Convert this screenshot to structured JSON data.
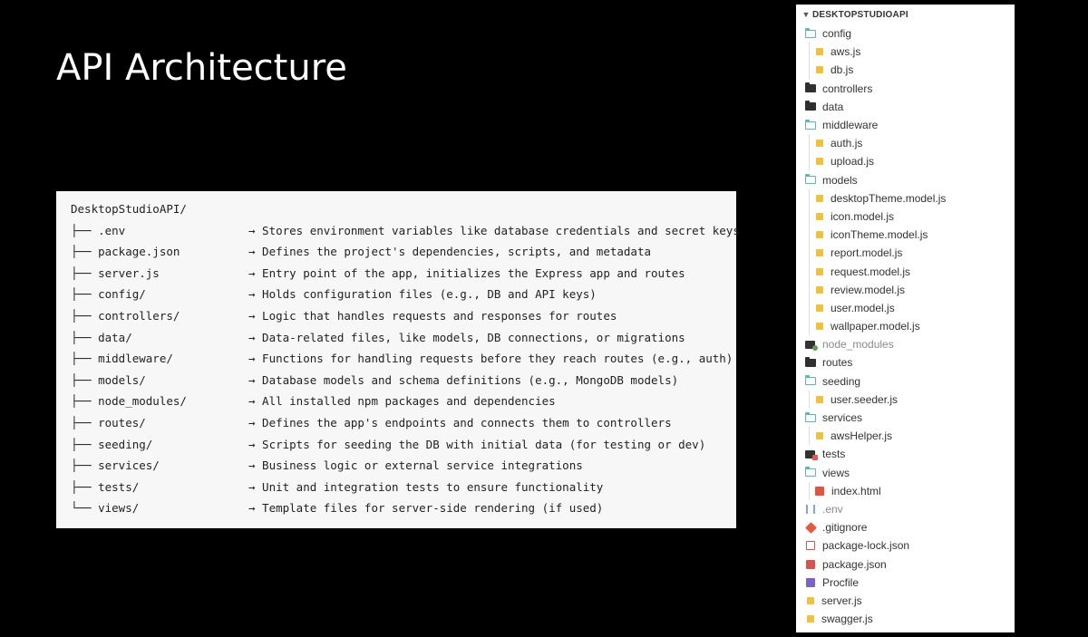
{
  "slide": {
    "title": "API Architecture"
  },
  "code_block": {
    "root": "DesktopStudioAPI/",
    "lines": [
      {
        "tree": "├── .env",
        "desc": "→ Stores environment variables like database credentials and secret keys"
      },
      {
        "tree": "├── package.json",
        "desc": "→ Defines the project's dependencies, scripts, and metadata"
      },
      {
        "tree": "├── server.js",
        "desc": "→ Entry point of the app, initializes the Express app and routes"
      },
      {
        "tree": "├── config/",
        "desc": "→ Holds configuration files (e.g., DB and API keys)"
      },
      {
        "tree": "├── controllers/",
        "desc": "→ Logic that handles requests and responses for routes"
      },
      {
        "tree": "├── data/",
        "desc": "→ Data-related files, like models, DB connections, or migrations"
      },
      {
        "tree": "├── middleware/",
        "desc": "→ Functions for handling requests before they reach routes (e.g., auth)"
      },
      {
        "tree": "├── models/",
        "desc": "→ Database models and schema definitions (e.g., MongoDB models)"
      },
      {
        "tree": "├── node_modules/",
        "desc": "→ All installed npm packages and dependencies"
      },
      {
        "tree": "├── routes/",
        "desc": "→ Defines the app's endpoints and connects them to controllers"
      },
      {
        "tree": "├── seeding/",
        "desc": "→ Scripts for seeding the DB with initial data (for testing or dev)"
      },
      {
        "tree": "├── services/",
        "desc": "→ Business logic or external service integrations"
      },
      {
        "tree": "├── tests/",
        "desc": "→ Unit and integration tests to ensure functionality"
      },
      {
        "tree": "└── views/",
        "desc": "→ Template files for server-side rendering (if used)"
      }
    ]
  },
  "explorer": {
    "header": "DESKTOPSTUDIOAPI",
    "items": [
      {
        "label": "config",
        "icon": "folder-open-icon",
        "level": 0
      },
      {
        "label": "aws.js",
        "icon": "js-file-icon",
        "level": 1
      },
      {
        "label": "db.js",
        "icon": "js-file-icon",
        "level": 1
      },
      {
        "label": "controllers",
        "icon": "folder-closed-icon",
        "level": 0
      },
      {
        "label": "data",
        "icon": "folder-closed-icon",
        "level": 0
      },
      {
        "label": "middleware",
        "icon": "folder-open-icon",
        "level": 0
      },
      {
        "label": "auth.js",
        "icon": "js-file-icon",
        "level": 1
      },
      {
        "label": "upload.js",
        "icon": "js-file-icon",
        "level": 1
      },
      {
        "label": "models",
        "icon": "folder-open-icon",
        "level": 0
      },
      {
        "label": "desktopTheme.model.js",
        "icon": "js-file-icon",
        "level": 1
      },
      {
        "label": "icon.model.js",
        "icon": "js-file-icon",
        "level": 1
      },
      {
        "label": "iconTheme.model.js",
        "icon": "js-file-icon",
        "level": 1
      },
      {
        "label": "report.model.js",
        "icon": "js-file-icon",
        "level": 1
      },
      {
        "label": "request.model.js",
        "icon": "js-file-icon",
        "level": 1
      },
      {
        "label": "review.model.js",
        "icon": "js-file-icon",
        "level": 1
      },
      {
        "label": "user.model.js",
        "icon": "js-file-icon",
        "level": 1
      },
      {
        "label": "wallpaper.model.js",
        "icon": "js-file-icon",
        "level": 1
      },
      {
        "label": "node_modules",
        "icon": "node-folder-icon",
        "level": 0,
        "dim": true
      },
      {
        "label": "routes",
        "icon": "folder-closed-icon",
        "level": 0
      },
      {
        "label": "seeding",
        "icon": "folder-open-icon",
        "level": 0
      },
      {
        "label": "user.seeder.js",
        "icon": "js-file-icon",
        "level": 1
      },
      {
        "label": "services",
        "icon": "folder-open-icon",
        "level": 0
      },
      {
        "label": "awsHelper.js",
        "icon": "js-file-icon",
        "level": 1
      },
      {
        "label": "tests",
        "icon": "tests-folder-icon",
        "level": 0
      },
      {
        "label": "views",
        "icon": "folder-open-icon",
        "level": 0
      },
      {
        "label": "index.html",
        "icon": "html-file-icon",
        "level": 1
      },
      {
        "label": ".env",
        "icon": "env-file-icon",
        "level": 0,
        "dim": true
      },
      {
        "label": ".gitignore",
        "icon": "git-file-icon",
        "level": 0
      },
      {
        "label": "package-lock.json",
        "icon": "lock-file-icon",
        "level": 0
      },
      {
        "label": "package.json",
        "icon": "package-file-icon",
        "level": 0
      },
      {
        "label": "Procfile",
        "icon": "procfile-icon",
        "level": 0
      },
      {
        "label": "server.js",
        "icon": "js-file-icon",
        "level": 0
      },
      {
        "label": "swagger.js",
        "icon": "js-file-icon",
        "level": 0
      }
    ]
  },
  "colors": {
    "background": "#000000",
    "panel": "#f7f7f7",
    "folder_open": "#58b7b7",
    "js": "#f0c23b"
  }
}
